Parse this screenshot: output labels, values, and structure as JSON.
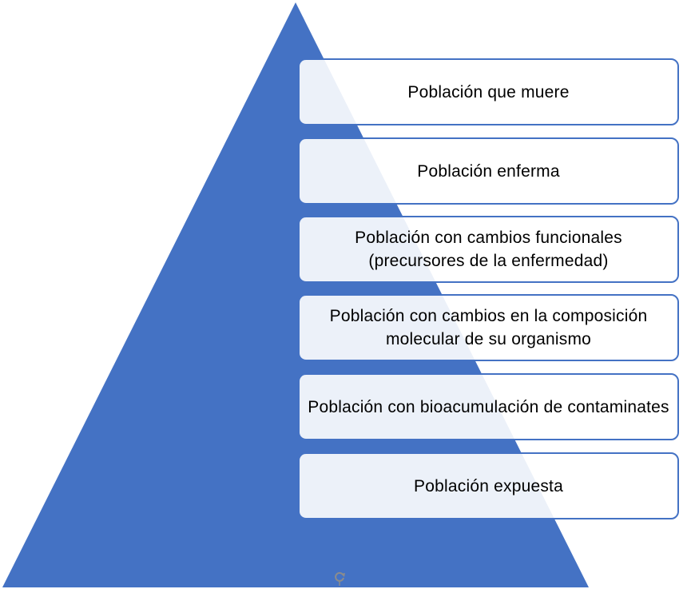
{
  "diagram": {
    "levels": [
      {
        "label": "Población que muere"
      },
      {
        "label": "Población enferma"
      },
      {
        "label": "Población con cambios funcionales (precursores de la enfermedad)"
      },
      {
        "label": "Población con cambios en la composición molecular de su organismo"
      },
      {
        "label": "Población con bioacumulación de contaminates"
      },
      {
        "label": "Población expuesta"
      }
    ]
  },
  "colors": {
    "pyramid_fill": "#4472c4",
    "box_border": "#4472c4",
    "box_fill": "#ffffff",
    "text": "#000000"
  },
  "icons": {
    "rotate_handle": "rotate-handle-icon"
  }
}
